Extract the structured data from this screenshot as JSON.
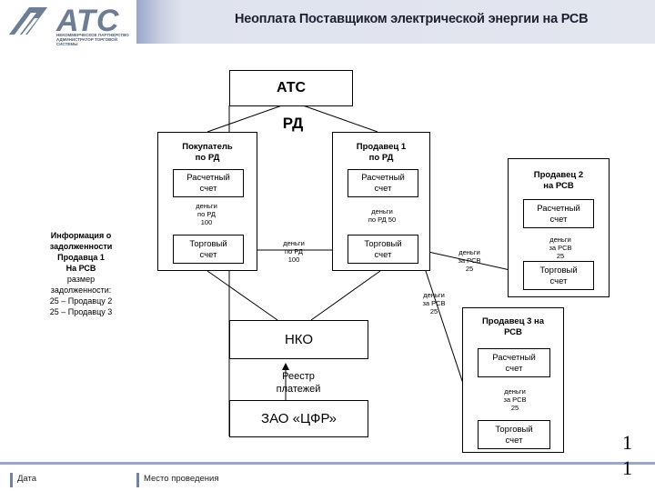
{
  "header": {
    "logo_text": "АТС",
    "logo_subtitle": "НЕКОММЕРЧЕСКОЕ ПАРТНЕРСТВО АДМИНИСТРАТОР ТОРГОВОЙ СИСТЕМЫ",
    "title": "Неоплата Поставщиком электрической энергии на РСВ"
  },
  "diagram": {
    "ats": "АТС",
    "rd": "РД",
    "nko": "НКО",
    "cfr": "ЗАО «ЦФР»",
    "registry_line1": "Реестр",
    "registry_line2": "платежей",
    "buyer": {
      "title_line1": "Покупатель",
      "title_line2": "по РД",
      "settlement_line1": "Расчетный",
      "settlement_line2": "счет",
      "trading_line1": "Торговый",
      "trading_line2": "счет",
      "money_line1": "деньги",
      "money_line2": "по РД",
      "money_line3": "100"
    },
    "seller1": {
      "title_line1": "Продавец 1",
      "title_line2": "по РД",
      "settlement_line1": "Расчетный",
      "settlement_line2": "счет",
      "trading_line1": "Торговый",
      "trading_line2": "счет",
      "money_line1": "деньги",
      "money_line2": "по РД 50"
    },
    "seller2": {
      "title_line1": "Продавец 2",
      "title_line2": "на РСВ",
      "settlement_line1": "Расчетный",
      "settlement_line2": "счет",
      "trading_line1": "Торговый",
      "trading_line2": "счет",
      "money_line1": "деньги",
      "money_line2": "за РСВ",
      "money_line3": "25"
    },
    "seller3": {
      "title_line1": "Продавец 3 на",
      "title_line2": "РСВ",
      "settlement_line1": "Расчетный",
      "settlement_line2": "счет",
      "trading_line1": "Торговый",
      "trading_line2": "счет",
      "money_line1": "деньги",
      "money_line2": "за РСВ",
      "money_line3": "25"
    },
    "transfer_buyer_seller1": {
      "line1": "деньги",
      "line2": "по РД",
      "line3": "100"
    },
    "transfer_to_seller2": {
      "line1": "деньги",
      "line2": "за РСВ",
      "line3": "25"
    },
    "transfer_to_seller3": {
      "line1": "деньги",
      "line2": "за РСВ",
      "line3": "25"
    },
    "info": {
      "line1": "Информация о",
      "line2": "задолженности",
      "line3": "Продавца 1",
      "line4": "На РСВ",
      "line5": "размер",
      "line6": "задолженности:",
      "line7": "25 – Продавцу 2",
      "line8": "25 – Продавцу 3"
    }
  },
  "footer": {
    "date_label": "Дата",
    "venue_label": "Место проведения",
    "page_digit1": "1",
    "page_digit2": "1"
  },
  "colors": {
    "header_accent": "#9aa7c9",
    "header_bg": "#e3e6ef",
    "logo": "#6c7d94",
    "footer_accent": "#6f82b4"
  }
}
